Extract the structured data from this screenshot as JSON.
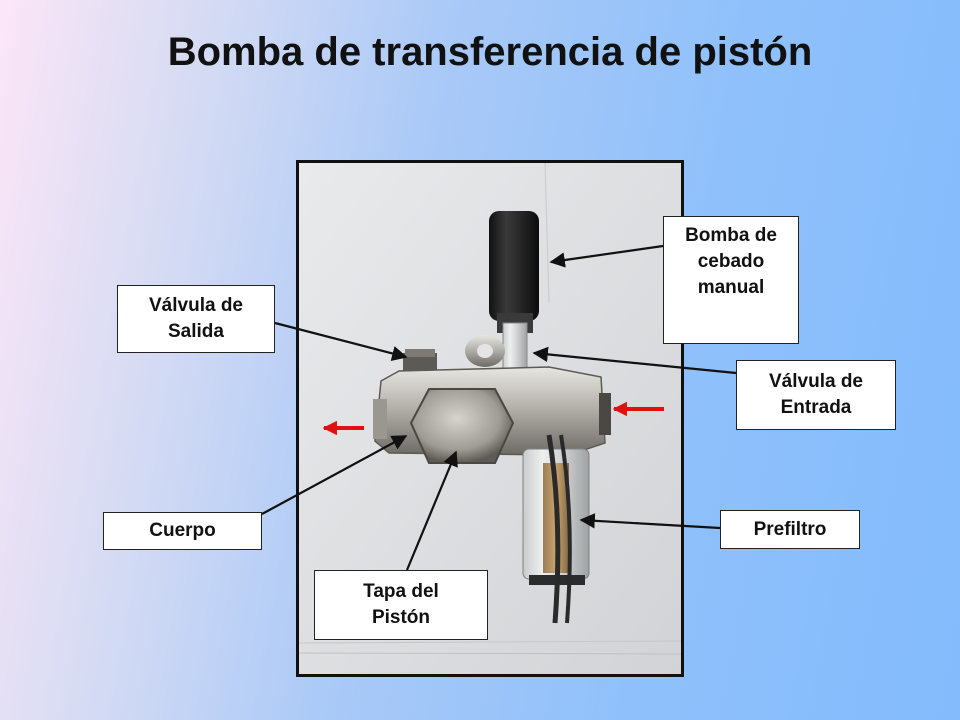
{
  "title": "Bomba de transferencia de pistón",
  "labels": {
    "bomba_cebado": "Bomba de\ncebado\nmanual",
    "valvula_salida": "Válvula de\nSalida",
    "valvula_entrada": "Válvula de\nEntrada",
    "cuerpo": "Cuerpo",
    "prefiltro": "Prefiltro",
    "tapa_piston": "Tapa del\nPistón"
  },
  "colors": {
    "flow_arrow": "#e01010",
    "pointer_arrow": "#111111"
  }
}
